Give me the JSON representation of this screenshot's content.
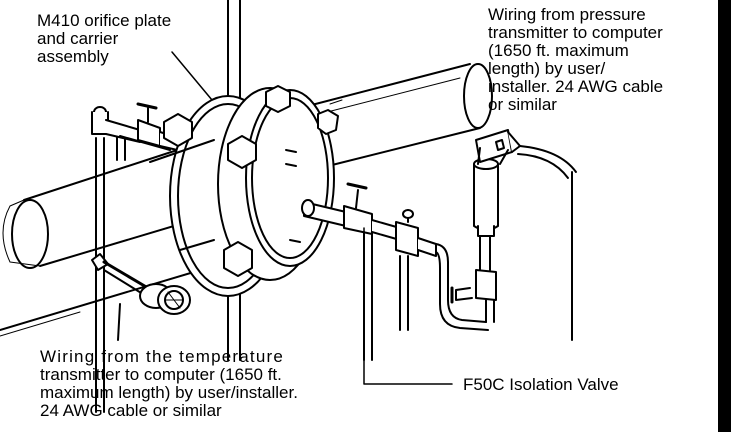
{
  "labels": {
    "orifice": [
      "M410 orifice plate",
      "and carrier",
      "assembly"
    ],
    "pressure": [
      "Wiring from pressure",
      "transmitter to computer",
      "(1650 ft. maximum",
      "length) by user/",
      "installer. 24 AWG cable",
      "or similar"
    ],
    "temperature": [
      "Wiring from the temperature",
      "transmitter to computer (1650 ft.",
      "maximum length) by user/installer.",
      "24 AWG cable or similar"
    ],
    "valve": "F50C Isolation Valve"
  }
}
